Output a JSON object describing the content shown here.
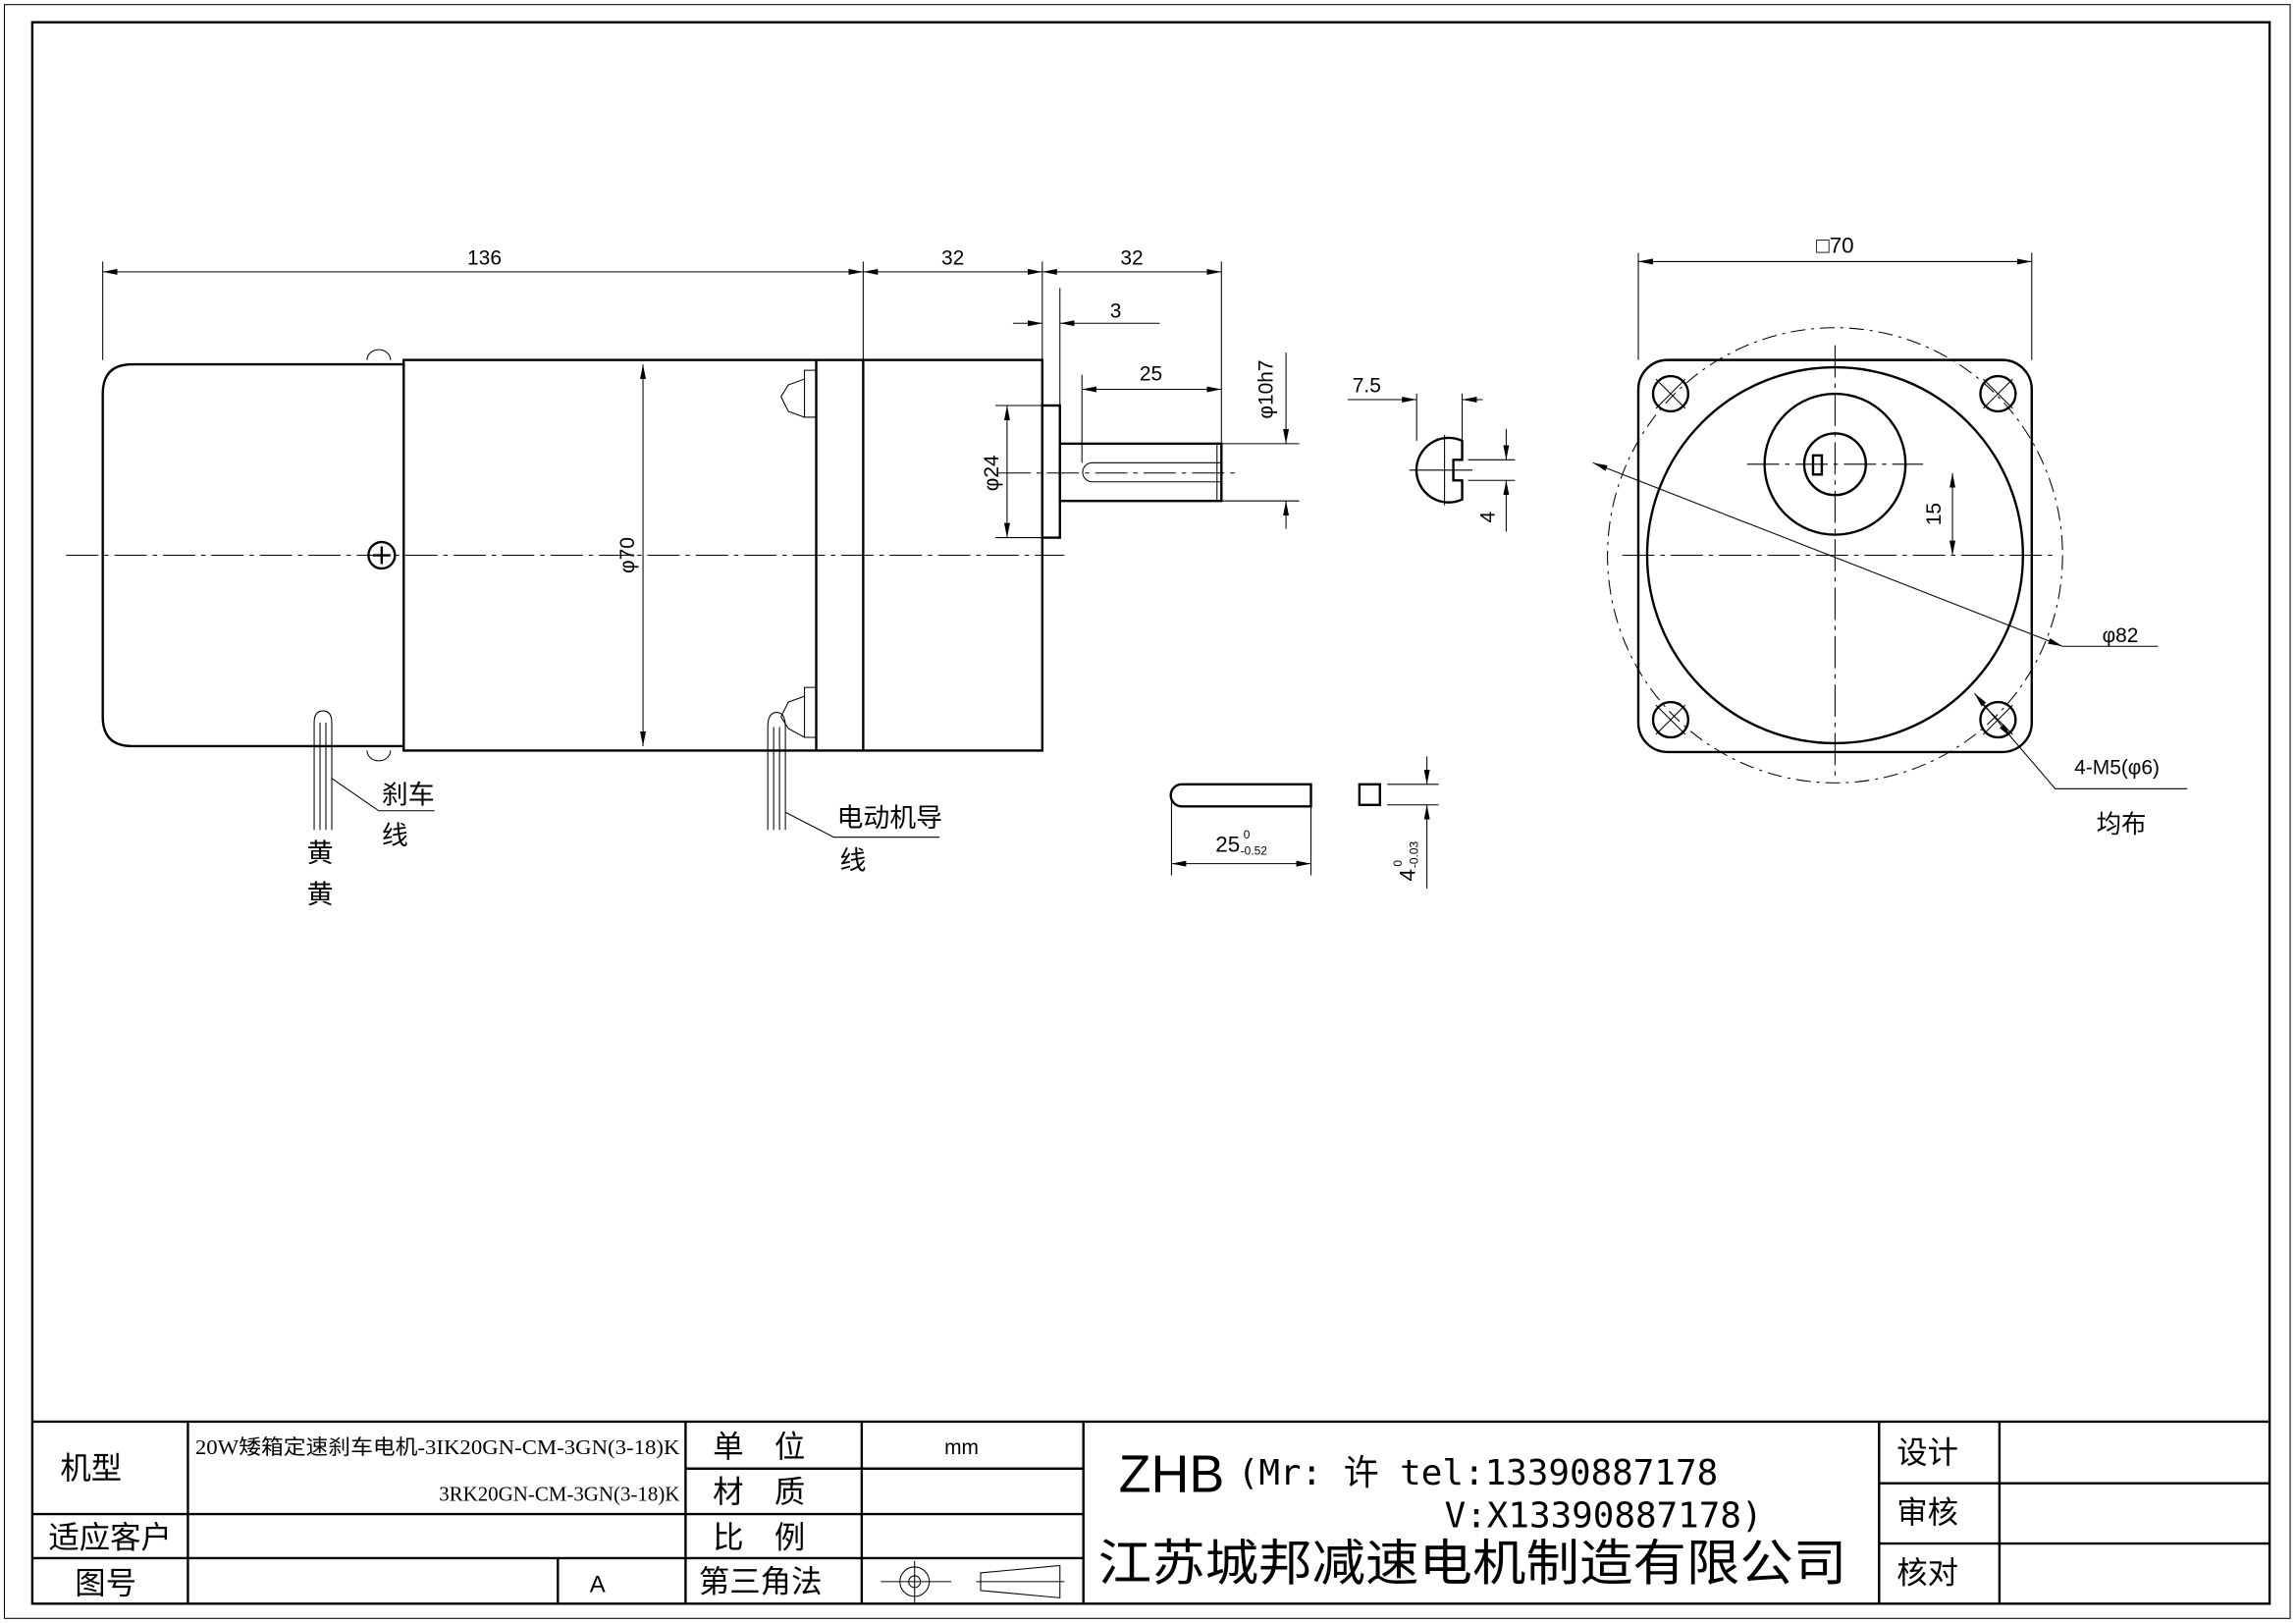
{
  "side_view": {
    "dim_overall_body": "136",
    "dim_gearbox": "32",
    "dim_shaft": "32",
    "dim_pilot": "3",
    "dim_key_length": "25",
    "dim_shaft_dia": "φ10h7",
    "dim_pilot_dia": "φ24",
    "dim_body_dia": "φ70",
    "brake_wire_label_1": "刹车",
    "brake_wire_label_2": "线",
    "wire_color_1": "黄",
    "wire_color_2": "黄",
    "motor_wire_label_1": "电动机导",
    "motor_wire_label_2": "线"
  },
  "shaft_section": {
    "dim_flat": "7.5",
    "dim_key": "4"
  },
  "key_detail": {
    "length": "25",
    "length_tol_upper": "0",
    "length_tol_lower": "-0.52",
    "height": "4",
    "height_tol_upper": "0",
    "height_tol_lower": "-0.03"
  },
  "front_view": {
    "dim_square": "□70",
    "dim_offset": "15",
    "dim_pcd": "φ82",
    "dim_holes": "4-M5(φ6)",
    "holes_note": "均布"
  },
  "title_block": {
    "model_label": "机型",
    "model_line_1": "20W矮箱定速刹车电机-3IK20GN-CM-3GN(3-18)K",
    "model_line_2": "3RK20GN-CM-3GN(3-18)K",
    "customer_label": "适应客户",
    "drawing_no_label": "图号",
    "revision": "A",
    "unit_label": "单　位",
    "unit_value": "mm",
    "material_label": "材　质",
    "scale_label": "比　例",
    "projection_label": "第三角法",
    "brand": "ZHB",
    "contact_line_1": "(Mr: 许 tel:13390887178",
    "contact_line_2": "V:X13390887178)",
    "company": "江苏城邦减速电机制造有限公司",
    "design_label": "设计",
    "review_label": "审核",
    "check_label": "核对"
  }
}
